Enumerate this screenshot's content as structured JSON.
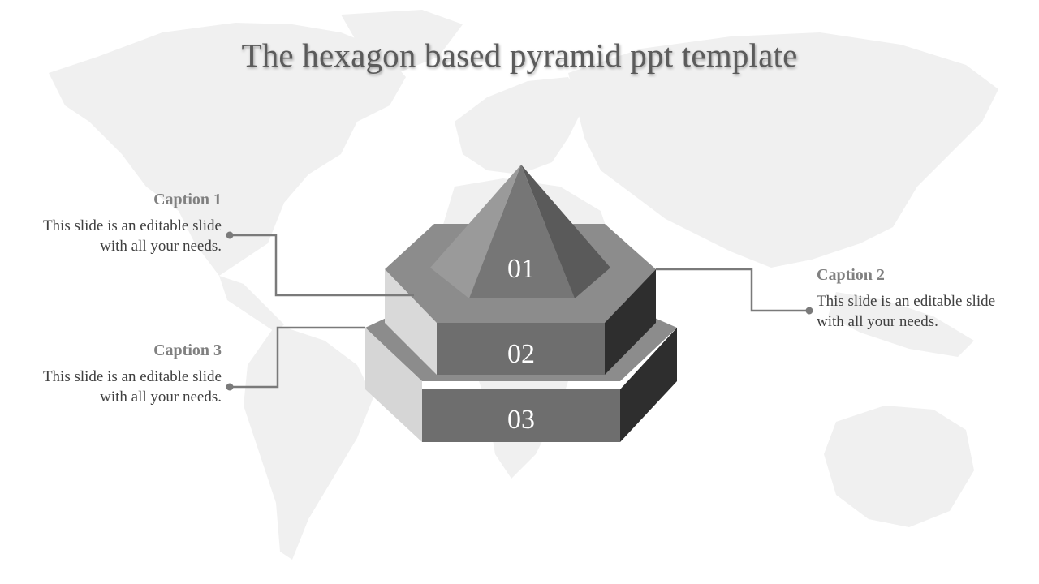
{
  "slide": {
    "title": "The hexagon based pyramid ppt template"
  },
  "captions": [
    {
      "heading": "Caption 1",
      "body": "This slide is an editable slide with all your needs."
    },
    {
      "heading": "Caption 2",
      "body": "This slide is an editable slide with all your needs."
    },
    {
      "heading": "Caption 3",
      "body": "This slide is an editable slide with all your needs."
    }
  ],
  "tiers": [
    {
      "label": "01"
    },
    {
      "label": "02"
    },
    {
      "label": "03"
    }
  ],
  "colors": {
    "title": "#5b5b5b",
    "caption_heading": "#808080",
    "caption_text": "#404040",
    "connector": "#7a7a7a",
    "map": "#f0f0f0",
    "tier_front": "#6e6e6e",
    "tier_dark": "#2e2e2e",
    "tier_light": "#d6d6d6"
  }
}
